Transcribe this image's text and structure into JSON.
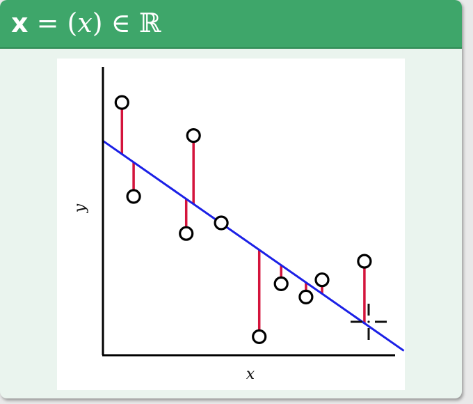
{
  "slide": {
    "title": {
      "bold": "x",
      "eq": " = (",
      "var": "x",
      "rest": ") ∈ ",
      "set": "ℝ"
    }
  },
  "figure": {
    "xlabel": "x",
    "ylabel": "y",
    "colors": {
      "axes": "#000000",
      "fit_line": "#1a1fe6",
      "residual": "#d4143c",
      "points": "#000000"
    }
  },
  "chart_data": {
    "type": "scatter",
    "title": "",
    "xlabel": "x",
    "ylabel": "y",
    "xlim": [
      0,
      10
    ],
    "ylim": [
      0,
      10
    ],
    "grid": false,
    "points": [
      {
        "x": 0.65,
        "y": 9.55
      },
      {
        "x": 1.05,
        "y": 6.0
      },
      {
        "x": 2.85,
        "y": 4.6
      },
      {
        "x": 3.1,
        "y": 8.3
      },
      {
        "x": 4.05,
        "y": 5.0
      },
      {
        "x": 5.35,
        "y": 0.7
      },
      {
        "x": 6.1,
        "y": 2.7
      },
      {
        "x": 6.95,
        "y": 2.2
      },
      {
        "x": 7.5,
        "y": 2.85
      },
      {
        "x": 8.95,
        "y": 3.55
      }
    ],
    "regression_line": {
      "intercept": 8.1,
      "slope": -0.77
    }
  }
}
